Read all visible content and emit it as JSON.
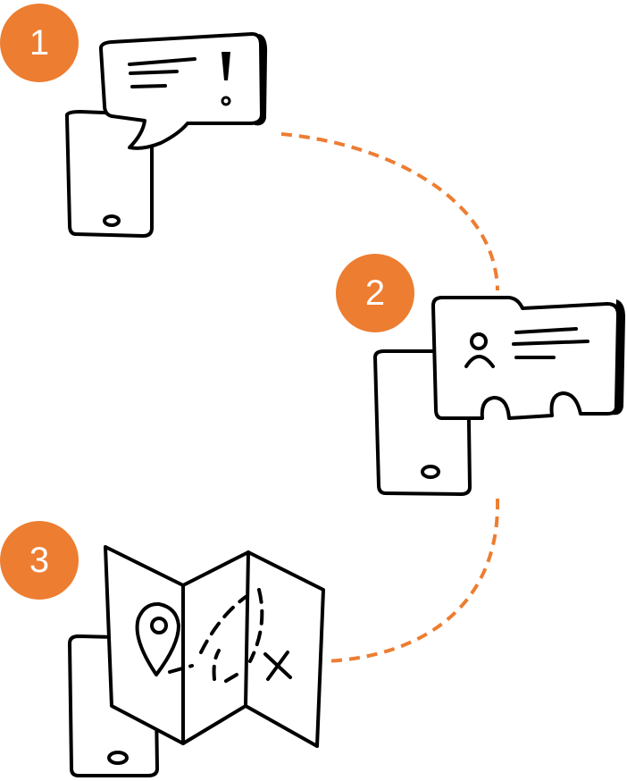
{
  "steps": [
    {
      "number": "1",
      "icon": "phone-alert-message-icon"
    },
    {
      "number": "2",
      "icon": "phone-id-card-icon"
    },
    {
      "number": "3",
      "icon": "phone-map-icon"
    }
  ],
  "colors": {
    "accent": "#ED7D31",
    "ink": "#000000"
  }
}
